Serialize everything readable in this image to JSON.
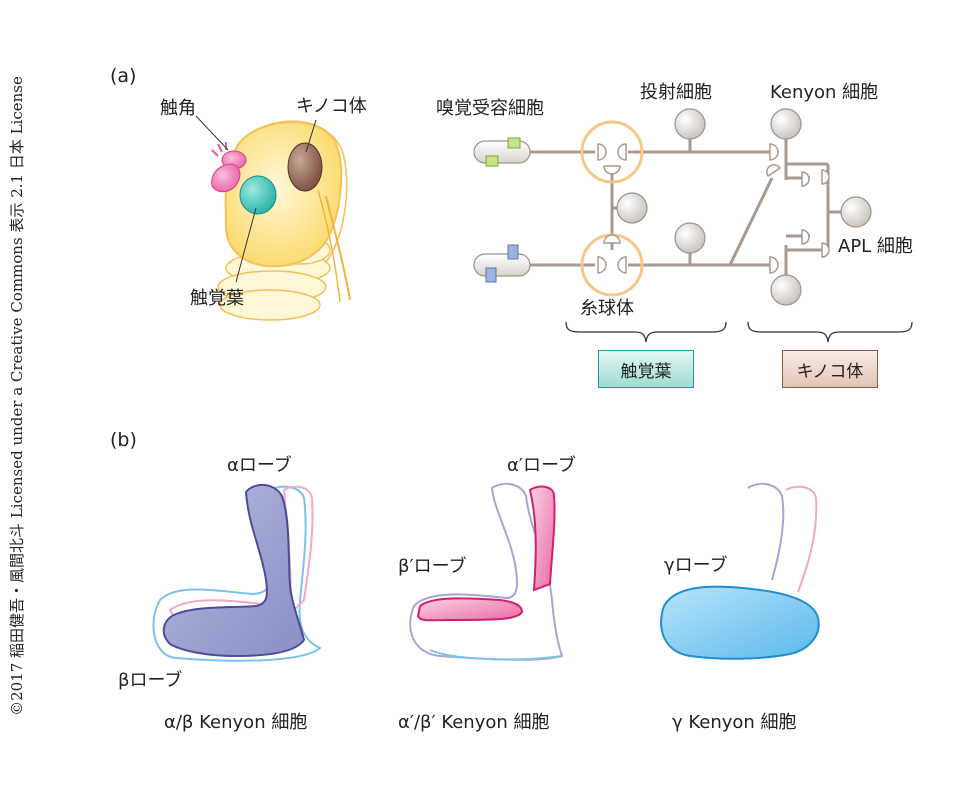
{
  "credit": "©2017 稲田健吾・風間北斗 Licensed under a Creative Commons 表示 2.1 日本 License",
  "panel_a": {
    "label": "(a)",
    "antenna": "触角",
    "mushroom_body": "キノコ体",
    "antennal_lobe": "触覚葉",
    "olfactory_receptor": "嗅覚受容細胞",
    "projection": "投射細胞",
    "kenyon": "Kenyon 細胞",
    "apl": "APL 細胞",
    "glomerulus": "糸球体",
    "badge_lobe": "触覚葉",
    "badge_mb": "キノコ体"
  },
  "panel_b": {
    "label": "(b)",
    "alpha_lobe": "αローブ",
    "beta_lobe": "βローブ",
    "alpha_prime_lobe": "α′ローブ",
    "beta_prime_lobe": "β′ローブ",
    "gamma_lobe": "γローブ",
    "caption1": "α/β Kenyon 細胞",
    "caption2": "α′/β′ Kenyon 細胞",
    "caption3": "γ Kenyon 細胞"
  },
  "colors": {
    "alpha_beta": "#8f93c6",
    "alpha_beta_prime": "#e4388a",
    "gamma": "#55b8e8",
    "outline_blue": "#7ec2ea",
    "outline_pink": "#f2a8c8",
    "circuit": "#a89a8e",
    "glomerulus_ring": "#f5c88a",
    "badge_lobe_bg": "#c8ece8",
    "badge_mb_bg": "#f0dcd0"
  }
}
